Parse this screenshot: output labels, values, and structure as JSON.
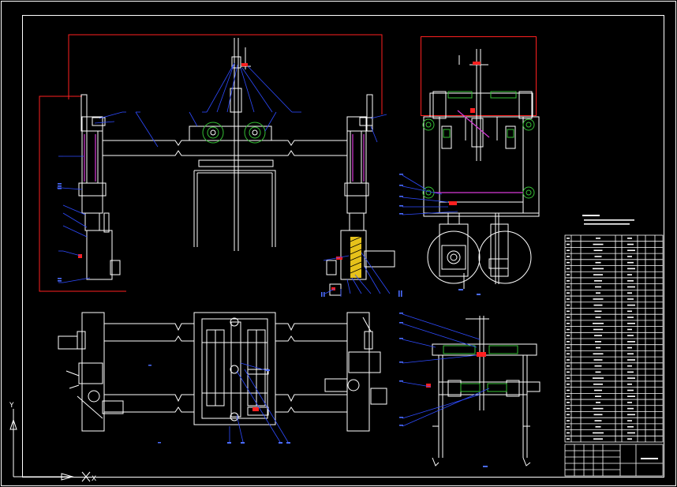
{
  "canvas": {
    "background": "#000000",
    "colors": {
      "outline": "#ffffff",
      "leader": "#2e4bff",
      "envelope": "#ff2020",
      "magenta": "#d83ad8",
      "green": "#35c035",
      "yellow": "#e6c21a",
      "grey": "#b8b8b8"
    }
  },
  "views": {
    "front": "front-view",
    "side": "side-view",
    "top": "top-view",
    "end": "end-view"
  },
  "ucs_icon": {
    "y_axis": "Y",
    "x_axis": "X",
    "icon": "ucs-axis-icon"
  },
  "parts_list": {
    "rows": 34,
    "columns": 8
  },
  "title_block": {
    "icon": "title-block-grid"
  }
}
